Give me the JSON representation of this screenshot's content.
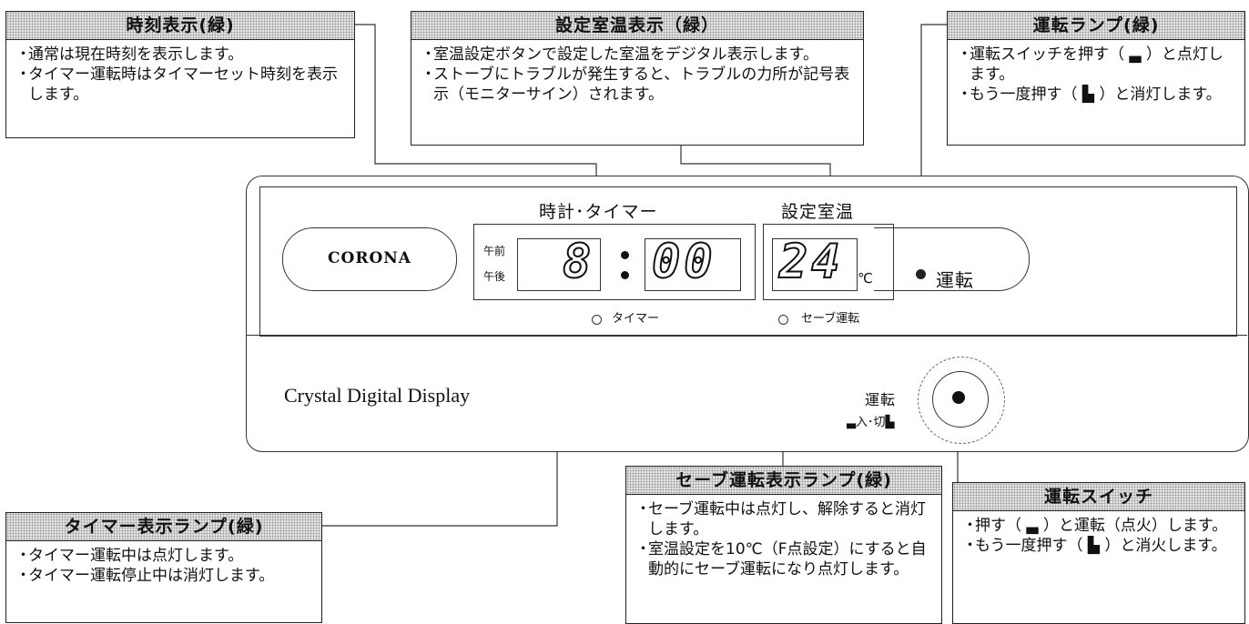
{
  "callouts": {
    "clock": {
      "title": "時刻表示(緑)",
      "lines": [
        "通常は現在時刻を表示します。",
        "タイマー運転時はタイマーセット時刻を表示します。"
      ]
    },
    "temp": {
      "title": "設定室温表示（緑）",
      "lines": [
        "室温設定ボタンで設定した室温をデジタル表示します。",
        "ストーブにトラブルが発生すると、トラブルの力所が記号表示（モニターサイン）されます。"
      ]
    },
    "run_lamp": {
      "title": "運転ランプ(緑)",
      "lines": [
        "運転スイッチを押す（ ▃ ）と点灯します。",
        "もう一度押す（ ▙ ）と消灯します。"
      ]
    },
    "timer_lamp": {
      "title": "タイマー表示ランプ(緑)",
      "lines": [
        "タイマー運転中は点灯します。",
        "タイマー運転停止中は消灯します。"
      ]
    },
    "save_lamp": {
      "title": "セーブ運転表示ランプ(緑)",
      "lines": [
        "セーブ運転中は点灯し、解除すると消灯します。",
        "室温設定を10℃（F点設定）にすると自動的にセーブ運転になり点灯します。"
      ]
    },
    "switch": {
      "title": "運転スイッチ",
      "lines": [
        "押す（ ▃ ）と運転（点火）します。",
        "もう一度押す（ ▙ ）と消火します。"
      ]
    }
  },
  "panel": {
    "brand": "CORONA",
    "clock_label": "時計･タイマー",
    "temp_label": "設定室温",
    "am": "午前",
    "pm": "午後",
    "hour": "8",
    "minutes": "00",
    "temperature": "24",
    "unit": "℃",
    "run_label": "運転",
    "timer_label": "タイマー",
    "save_label": "セーブ運転",
    "series_name": "Crystal Digital Display",
    "switch_label": "運転",
    "switch_onoff": "▃入･切▙"
  }
}
